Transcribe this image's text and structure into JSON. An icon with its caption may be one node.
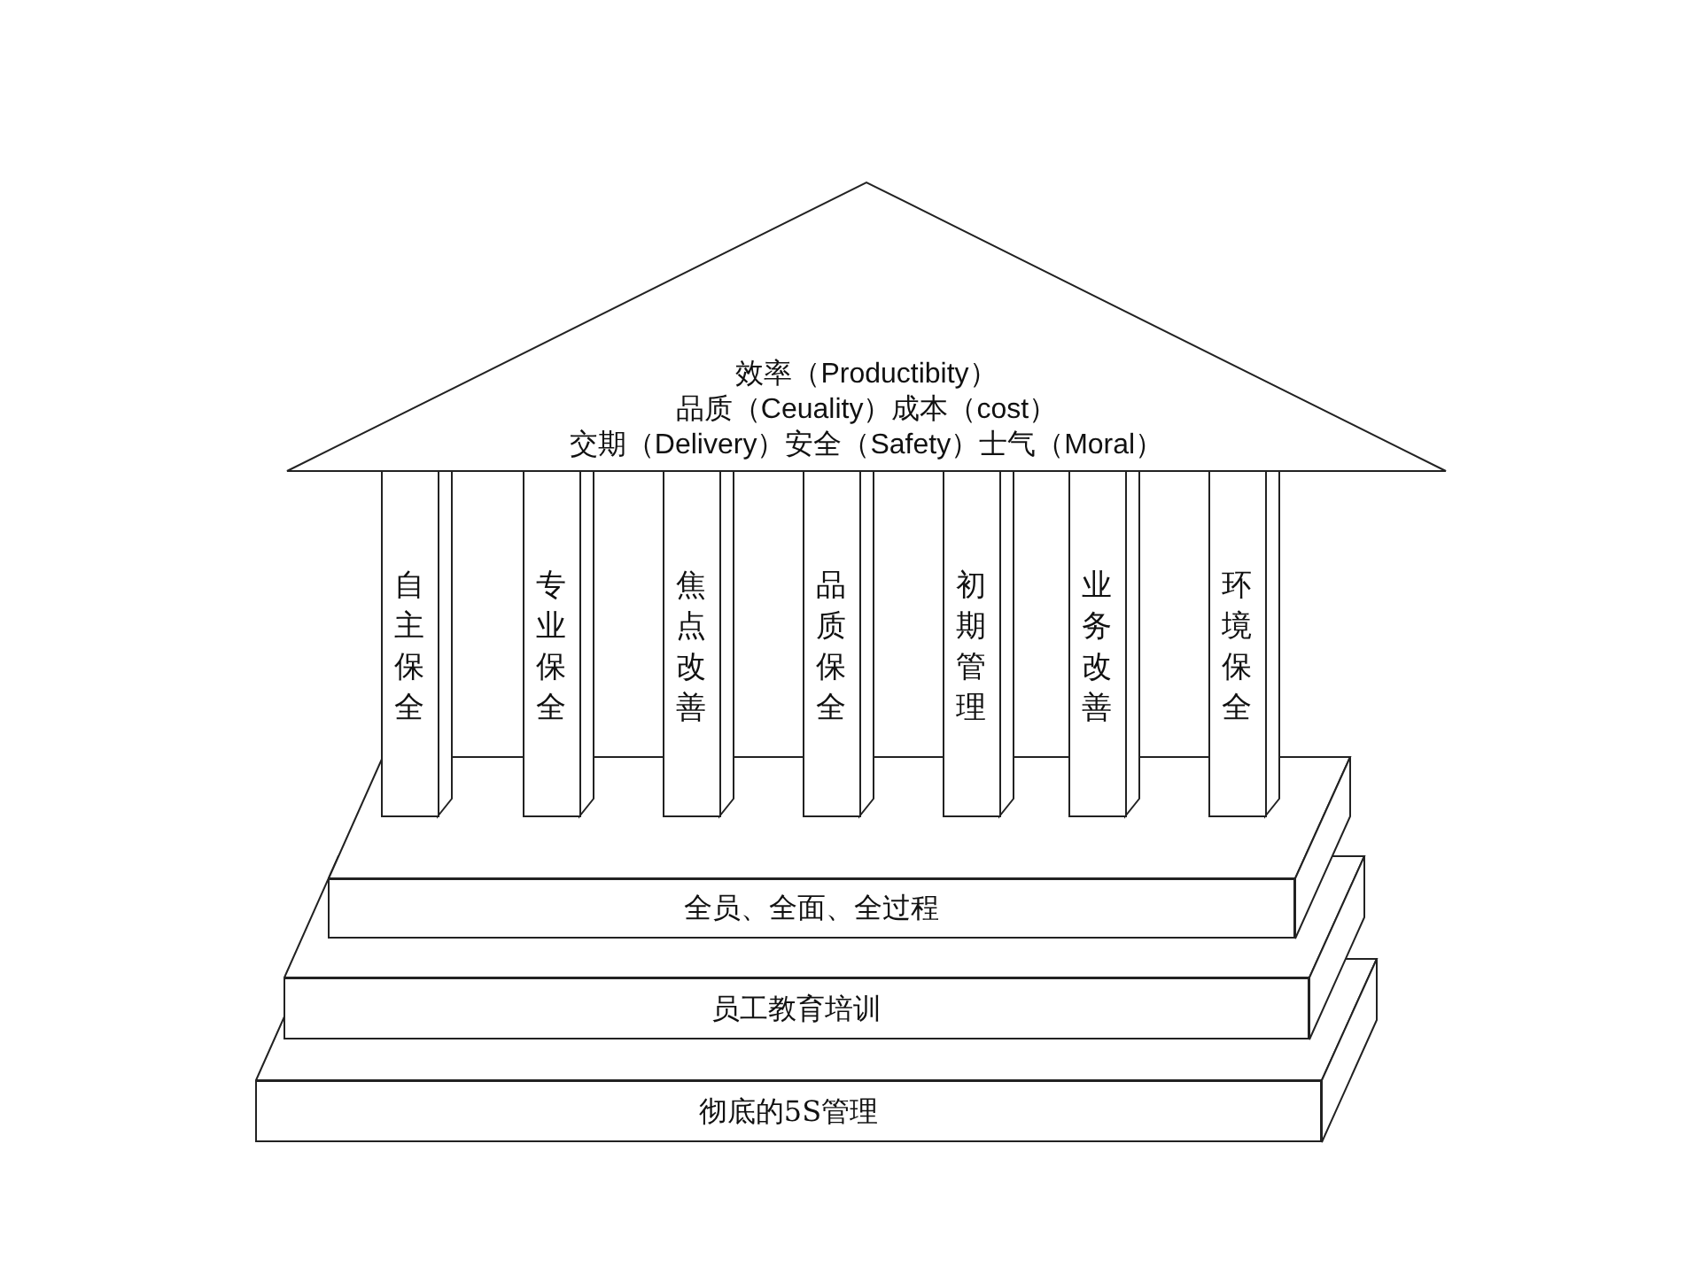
{
  "diagram": {
    "nodes": [
      {
        "text": [
          "效率（Productibity）",
          "品质（Ceuality）成本（cost）",
          "交期（Delivery）安全（Safety）士气（Moral）"
        ]
      },
      {
        "text": [
          "自主保全"
        ]
      },
      {
        "text": [
          "专业保全"
        ]
      },
      {
        "text": [
          "焦点改善"
        ]
      },
      {
        "text": [
          "品质保全"
        ]
      },
      {
        "text": [
          "初期管理"
        ]
      },
      {
        "text": [
          "业务改善"
        ]
      },
      {
        "text": [
          "环境保全"
        ]
      },
      {
        "text": [
          "全员、全面、全过程"
        ]
      },
      {
        "text": [
          "员工教育培训"
        ]
      },
      {
        "text": [
          "彻底的5S管理"
        ]
      }
    ]
  }
}
